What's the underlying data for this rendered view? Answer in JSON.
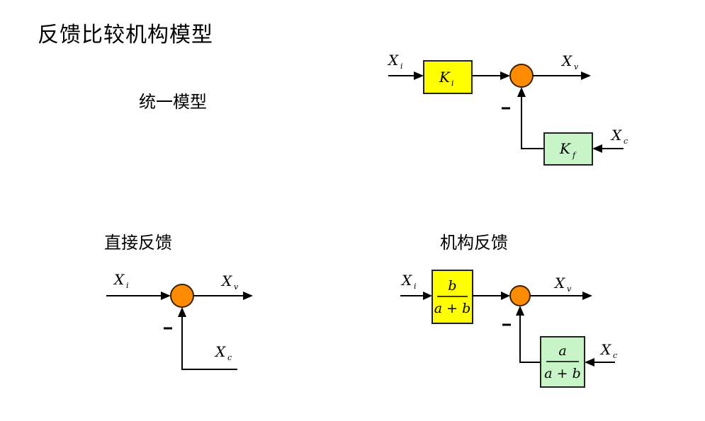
{
  "title": "反馈比较机构模型",
  "sections": {
    "unified": {
      "label": "统一模型",
      "input": {
        "main": "X",
        "sub": "i"
      },
      "output": {
        "main": "X",
        "sub": "v"
      },
      "feedback_input": {
        "main": "X",
        "sub": "c"
      },
      "forward_block": {
        "main": "K",
        "sub": "i"
      },
      "feedback_block": {
        "main": "K",
        "sub": "f"
      },
      "sign": "−"
    },
    "direct": {
      "label": "直接反馈",
      "input": {
        "main": "X",
        "sub": "i"
      },
      "output": {
        "main": "X",
        "sub": "v"
      },
      "feedback_input": {
        "main": "X",
        "sub": "c"
      },
      "sign": "−"
    },
    "mechanism": {
      "label": "机构反馈",
      "input": {
        "main": "X",
        "sub": "i"
      },
      "output": {
        "main": "X",
        "sub": "v"
      },
      "feedback_input": {
        "main": "X",
        "sub": "c"
      },
      "forward_block": {
        "numerator": "b",
        "denominator": "a + b"
      },
      "feedback_block": {
        "numerator": "a",
        "denominator": "a + b"
      },
      "sign": "−"
    }
  },
  "colors": {
    "forward_block": "#ffff00",
    "feedback_block": "#c8f5c8",
    "summing_junction": "#ff8c00"
  }
}
